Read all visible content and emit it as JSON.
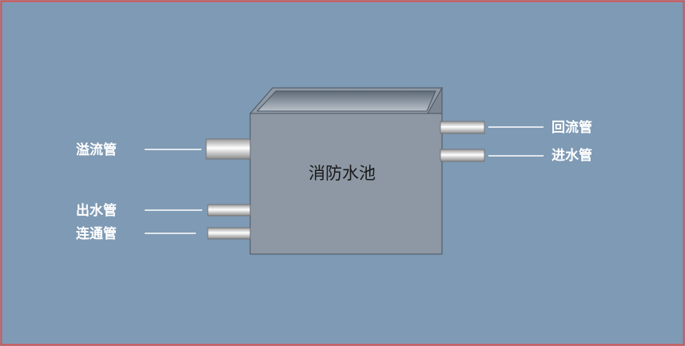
{
  "diagram": {
    "tank_label": "消防水池",
    "pipes": {
      "overflow": "溢流管",
      "outlet": "出水管",
      "connecting": "连通管",
      "return": "回流管",
      "inlet": "进水管"
    }
  },
  "colors": {
    "background": "#7f9ab4",
    "frame": "#d9534f",
    "tank_front": "#8d98a4",
    "tank_side": "#7c8793",
    "tank_top_inner": "#a9b2bc",
    "label_text": "#ffffff",
    "tank_text": "#1a1a1a"
  }
}
